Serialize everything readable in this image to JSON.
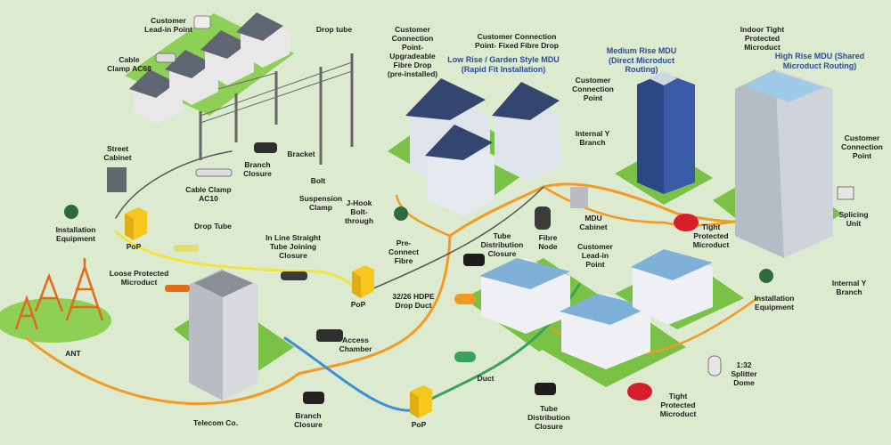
{
  "colors": {
    "background": "#dcebcf",
    "fibre_orange": "#f39a22",
    "fibre_yellow": "#f3e33f",
    "fibre_blue": "#3b8fd6",
    "fibre_green": "#3aa35a",
    "pop_box": "#f6c81e",
    "title_blue": "#2b4a9a"
  },
  "titles": {
    "low_rise": "Low Rise / Garden Style MDU (Rapid Fit Installation)",
    "medium_rise": "Medium Rise MDU (Direct Microduct Routing)",
    "high_rise": "High Rise MDU (Shared Microduct Routing)"
  },
  "labels": {
    "customer_leadin_point_top": "Customer Lead-in Point",
    "cable_clamp_ac68": "Cable Clamp AC68",
    "drop_tube_top": "Drop tube",
    "customer_connection_upgradeable": "Customer Connection Point- Upgradeable Fibre Drop (pre-installed)",
    "customer_connection_fixed": "Customer Connection Point- Fixed Fibre Drop",
    "customer_connection_point_mid": "Customer Connection Point",
    "indoor_tight_microduct": "Indoor Tight Protected Microduct",
    "street_cabinet": "Street Cabinet",
    "bracket": "Bracket",
    "branch_closure_top": "Branch Closure",
    "bolt": "Bolt",
    "cable_clamp_ac10": "Cable Clamp AC10",
    "suspension_clamp": "Suspension Clamp",
    "jhook": "J-Hook Bolt-through",
    "internal_y_branch_mid": "Internal Y Branch",
    "customer_connection_point_right": "Customer Connection Point",
    "installation_equipment_left": "Installation Equipment",
    "pop_left": "PoP",
    "drop_tube_left": "Drop Tube",
    "inline_closure": "In Line Straight Tube Joining Closure",
    "pre_connect_fibre": "Pre-Connect Fibre",
    "tube_distribution_closure_mid": "Tube Distribution Closure",
    "fibre_node": "Fibre Node",
    "mdu_cabinet": "MDU Cabinet",
    "tight_microduct_mid": "Tight Protected Microduct",
    "splicing_unit": "Splicing Unit",
    "loose_microduct": "Loose Protected Microduct",
    "pop_mid": "PoP",
    "customer_leadin_point_mid": "Customer Lead-in Point",
    "internal_y_branch_right": "Internal Y Branch",
    "hdpe_drop_duct": "32/26 HDPE Drop Duct",
    "installation_equipment_right": "Installation Equipment",
    "ant": "ANT",
    "access_chamber": "Access Chamber",
    "duct": "Duct",
    "splitter_dome": "1:32 Splitter Dome",
    "telecom_co": "Telecom Co.",
    "branch_closure_bottom": "Branch Closure",
    "tube_distribution_closure_bottom": "Tube Distribution Closure",
    "tight_microduct_bottom": "Tight Protected Microduct",
    "pop_bottom": "PoP"
  }
}
